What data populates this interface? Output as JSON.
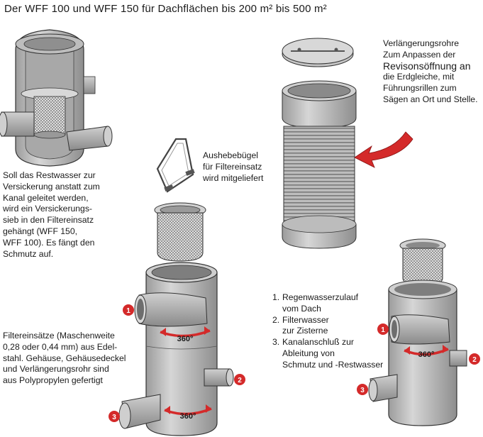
{
  "title": "Der  WFF  100  und  WFF  150  für Dachflächen bis 200 m² bis 500 m²",
  "text_restwasser": [
    "Soll das Restwasser zur",
    "Versickerung anstatt zum",
    "Kanal geleitet werden,",
    "wird ein Versickerungs-",
    "sieb in den Filtereinsatz",
    "gehängt (WFF 150,",
    "WFF 100). Es fängt den",
    "Schmutz auf."
  ],
  "text_filtereinsaetze": [
    "Filtereinsätze (Maschenweite",
    "0,28 oder 0,44 mm) aus Edel-",
    "stahl. Gehäuse, Gehäusedeckel",
    "und Verlängerungsrohr sind",
    "aus Polypropylen gefertigt"
  ],
  "text_aushebe": [
    "Aushebebügel",
    "für Filtereinsatz",
    "wird mitgeliefert"
  ],
  "text_verlaengerung": [
    "Verlängerungsrohre",
    "Zum Anpassen der",
    "Revisonsöffnung an",
    "die Erdgleiche, mit",
    "Führungsrillen zum",
    "Sägen an Ort und Stelle."
  ],
  "legend": [
    {
      "num": "1.",
      "lines": [
        "Regenwasserzulauf",
        "vom Dach"
      ]
    },
    {
      "num": "2.",
      "lines": [
        "Filterwasser",
        "zur Zisterne"
      ]
    },
    {
      "num": "3.",
      "lines": [
        "Kanalanschluß zur",
        "Ableitung von",
        "Schmutz und -Restwasser"
      ]
    }
  ],
  "markers": [
    "1",
    "2",
    "3"
  ],
  "rotation_label": "360°",
  "colors": {
    "housing": "#c8c8c8",
    "housing_dark": "#9a9a9a",
    "marker": "#d42a2a",
    "arrow": "#d42a2a"
  }
}
